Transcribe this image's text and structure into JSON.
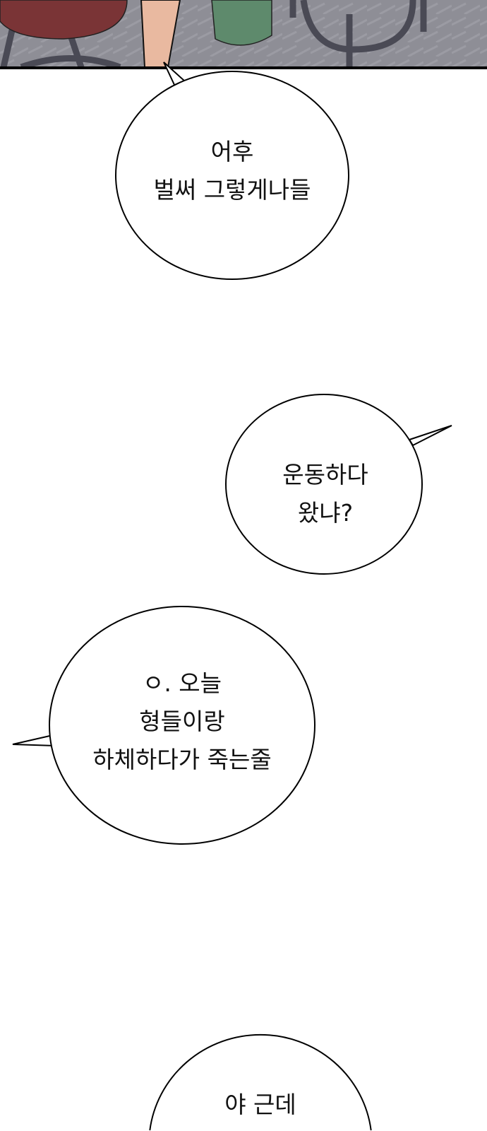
{
  "bubbles": [
    {
      "lines": [
        "어후",
        "벌써 그렇게나들"
      ]
    },
    {
      "lines": [
        "운동하다",
        "왔냐?"
      ]
    },
    {
      "lines": [
        "ㅇ. 오늘",
        "형들이랑",
        "하체하다가 죽는줄"
      ]
    },
    {
      "lines": [
        "야 근데"
      ]
    }
  ],
  "colors": {
    "floor": "#8e8e96",
    "stool_seat": "#7a3436",
    "stool_metal": "#4a4a55",
    "cup": "#5e8a6c",
    "skin": "#e9b9a0"
  }
}
